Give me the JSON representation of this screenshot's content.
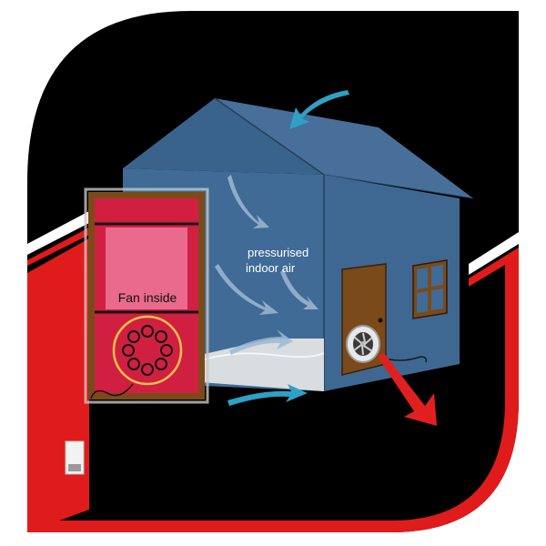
{
  "labels": {
    "fan_inside": "Fan inside",
    "pressurised_line1": "pressurised",
    "pressurised_line2": "indoor air"
  },
  "colors": {
    "background_panel": "#000000",
    "accent_red": "#e01b1b",
    "house_wall": "#3f6b96",
    "house_roof": "#3a638c",
    "door": "#7a4a1a",
    "door_frame": "#6b3b12",
    "fan_red": "#d11f42",
    "fan_pink": "#e96a8c",
    "fan_ring": "#f5c24a",
    "airflow_arrow": "#9db9d3",
    "inflow_arrow": "#2fa0c6",
    "outflow_arrow": "#e02020",
    "floor": "#d9dde0"
  },
  "icons": {
    "exhaust_fan": "exhaust-fan-icon",
    "light_switch": "light-switch-icon",
    "window": "window-icon"
  }
}
